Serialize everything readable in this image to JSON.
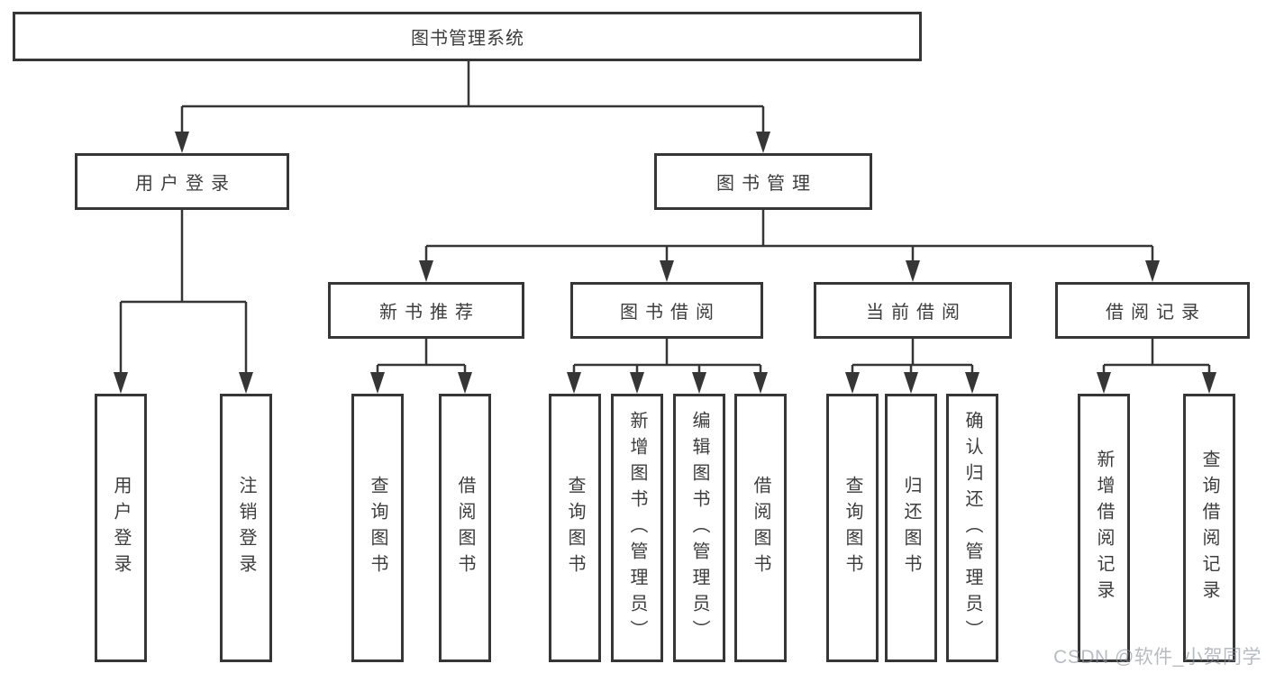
{
  "diagram": {
    "root": {
      "label": "图书管理系统"
    },
    "level2": [
      {
        "label": "用户登录",
        "children": [
          "用户登录",
          "注销登录"
        ]
      },
      {
        "label": "图书管理"
      }
    ],
    "level3": [
      {
        "label": "新书推荐",
        "children": [
          "查询图书",
          "借阅图书"
        ]
      },
      {
        "label": "图书借阅",
        "children": [
          "查询图书",
          "新增图书（管理员）",
          "编辑图书（管理员）",
          "借阅图书"
        ]
      },
      {
        "label": "当前借阅",
        "children": [
          "查询图书",
          "归还图书",
          "确认归还（管理员）"
        ]
      },
      {
        "label": "借阅记录",
        "children": [
          "新增借阅记录",
          "查询借阅记录"
        ]
      }
    ]
  },
  "watermark": {
    "text": "CSDN @软件_小贺同学"
  },
  "colors": {
    "line": "#363636",
    "text": "#3d3d3d",
    "background": "#ffffff",
    "watermark": "#8b929e"
  }
}
